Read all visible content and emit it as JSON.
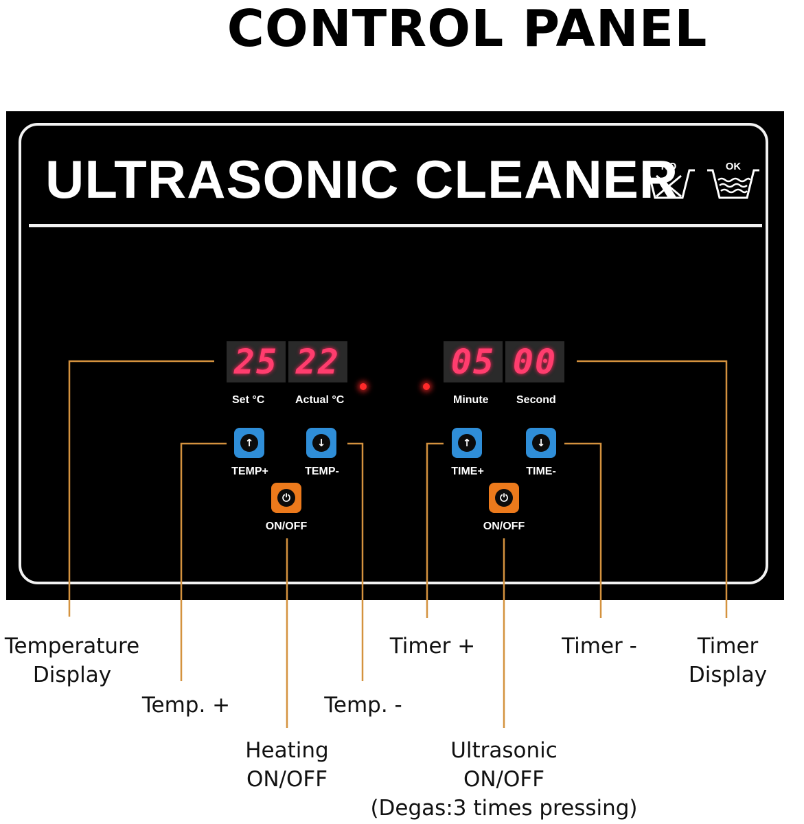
{
  "heading": "CONTROL PANEL",
  "panel": {
    "brand": "ULTRASONIC CLEANER",
    "wash_symbols": [
      {
        "tag": "NO",
        "icon": "no-wash-basin-icon"
      },
      {
        "tag": "OK",
        "icon": "wash-basin-icon"
      }
    ],
    "displays": {
      "set_temp": "25",
      "actual_temp": "22",
      "minute": "05",
      "second": "00"
    },
    "display_labels": {
      "set": "Set  °C",
      "actual": "Actual °C",
      "minute": "Minute",
      "second": "Second"
    },
    "buttons": {
      "temp_up": "TEMP+",
      "temp_down": "TEMP-",
      "time_up": "TIME+",
      "time_down": "TIME-",
      "heat_power": "ON/OFF",
      "ultra_power": "ON/OFF"
    },
    "colors": {
      "panel": "#000000",
      "display_digits": "#ff3d6e",
      "led": "#ff2a2a",
      "button_blue": "#2f8ed8",
      "button_orange": "#ec7a1c",
      "leader_line": "#d4923e"
    }
  },
  "callouts": {
    "temperature_display": [
      "Temperature",
      "Display"
    ],
    "temp_plus": "Temp. +",
    "temp_minus": "Temp. -",
    "heating": [
      "Heating",
      "ON/OFF"
    ],
    "timer_plus": "Timer +",
    "timer_minus": "Timer -",
    "timer_display": [
      "Timer",
      "Display"
    ],
    "ultrasonic": [
      "Ultrasonic",
      "ON/OFF",
      "(Degas:3 times pressing)"
    ]
  }
}
